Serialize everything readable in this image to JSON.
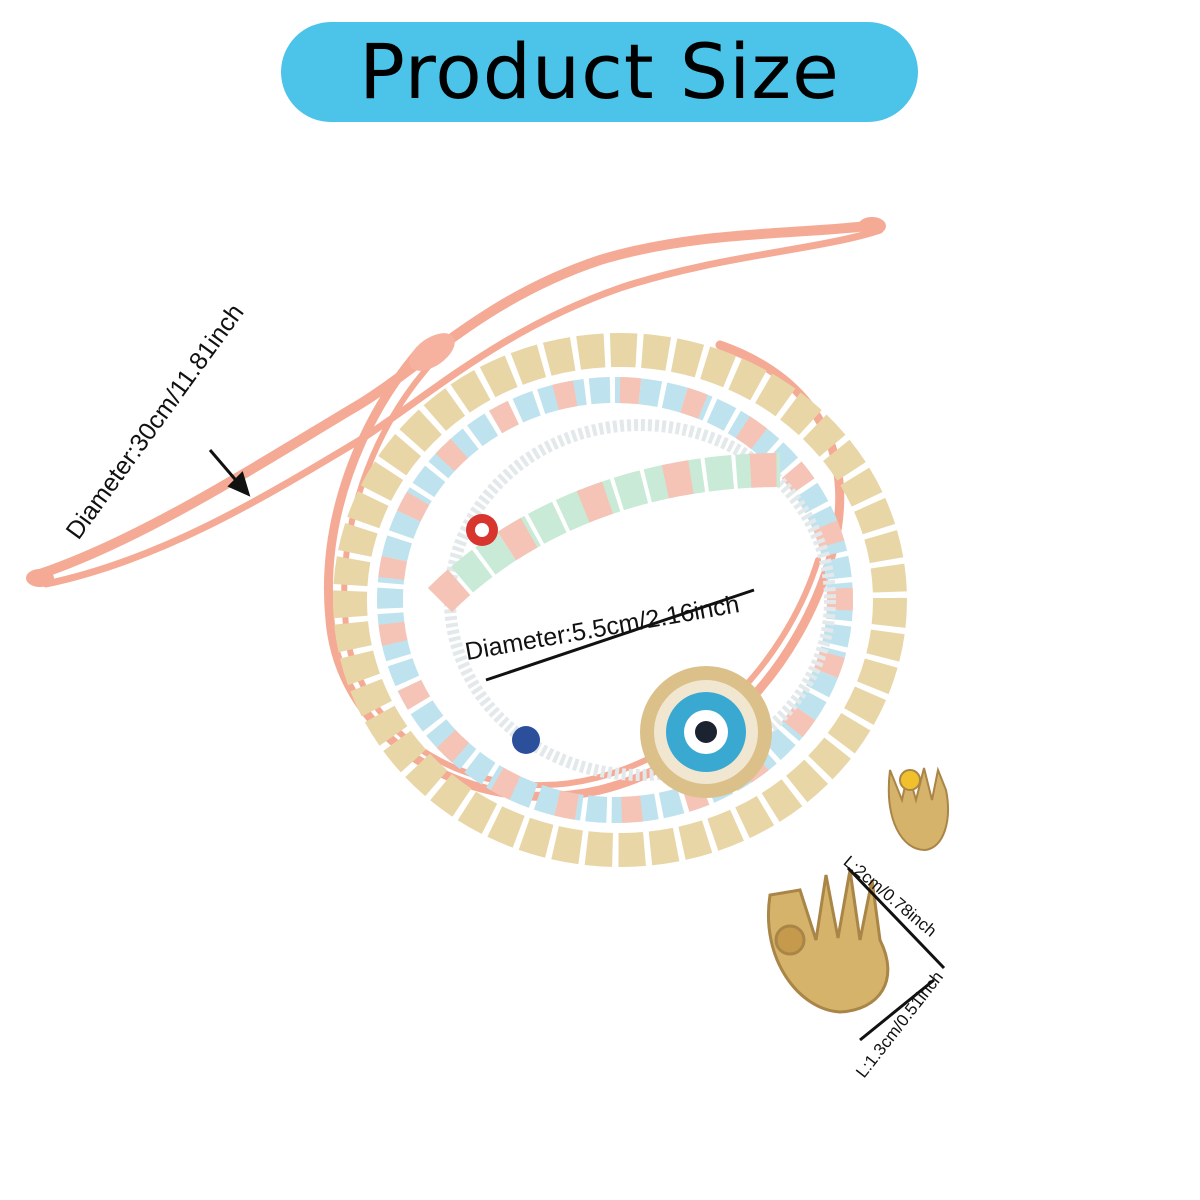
{
  "title": {
    "text": "Product Size",
    "pill_color": "#4cc4e9"
  },
  "measurements": {
    "strap_diameter": "Diameter:30cm/11.81inch",
    "inner_diameter": "Diameter:5.5cm/2.16inch",
    "charm_length": "L:2cm/0.78inch",
    "charm_width": "L:1.3cm/0.51inch"
  },
  "colors": {
    "cord": "#f4aa94",
    "gold": "#d9b56a",
    "bead_blue": "#9fd8e6",
    "bead_pink": "#f5c4b6",
    "bead_mint": "#c9ead6"
  }
}
